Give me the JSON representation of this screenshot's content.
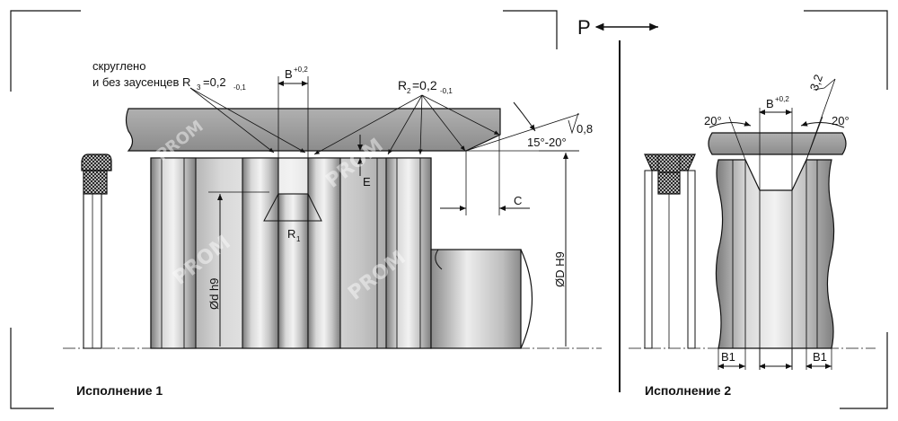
{
  "drawing": {
    "label_variant_1": "Исполнение 1",
    "label_variant_2": "Исполнение 2",
    "label_pressure": "P",
    "note_rounded_line1": "скруглено",
    "note_rounded_line2_prefix": "и без заусенцев R",
    "note_rounded_sub": "3",
    "note_rounded_value": "=0,2",
    "note_rounded_tol": "-0,1",
    "r2_prefix": "R",
    "r2_sub": "2",
    "r2_value": "=0,2",
    "r2_tol": "-0,1",
    "b_main": "B",
    "b_tol": "+0,2",
    "b2_main": "B",
    "b2_tol": "+0,2",
    "r1_main": "R",
    "r1_sub": "1",
    "label_e": "E",
    "label_c": "C",
    "angle_chamfer": "15°-20°",
    "roughness_08": "0,8",
    "roughness_32": "3,2",
    "angle_left": "20°",
    "angle_right": "20°",
    "dim_d": "Ød h9",
    "dim_D": "ØD H9",
    "label_b1_left": "B1",
    "label_b1_right": "B1",
    "watermark": "PROM"
  },
  "colors": {
    "housing": "#9a9a9a",
    "piston_light": "#e6e6e6",
    "piston_dark": "#6e6e6e",
    "ring_hatch": "#2a2a2a",
    "line": "#111111"
  }
}
